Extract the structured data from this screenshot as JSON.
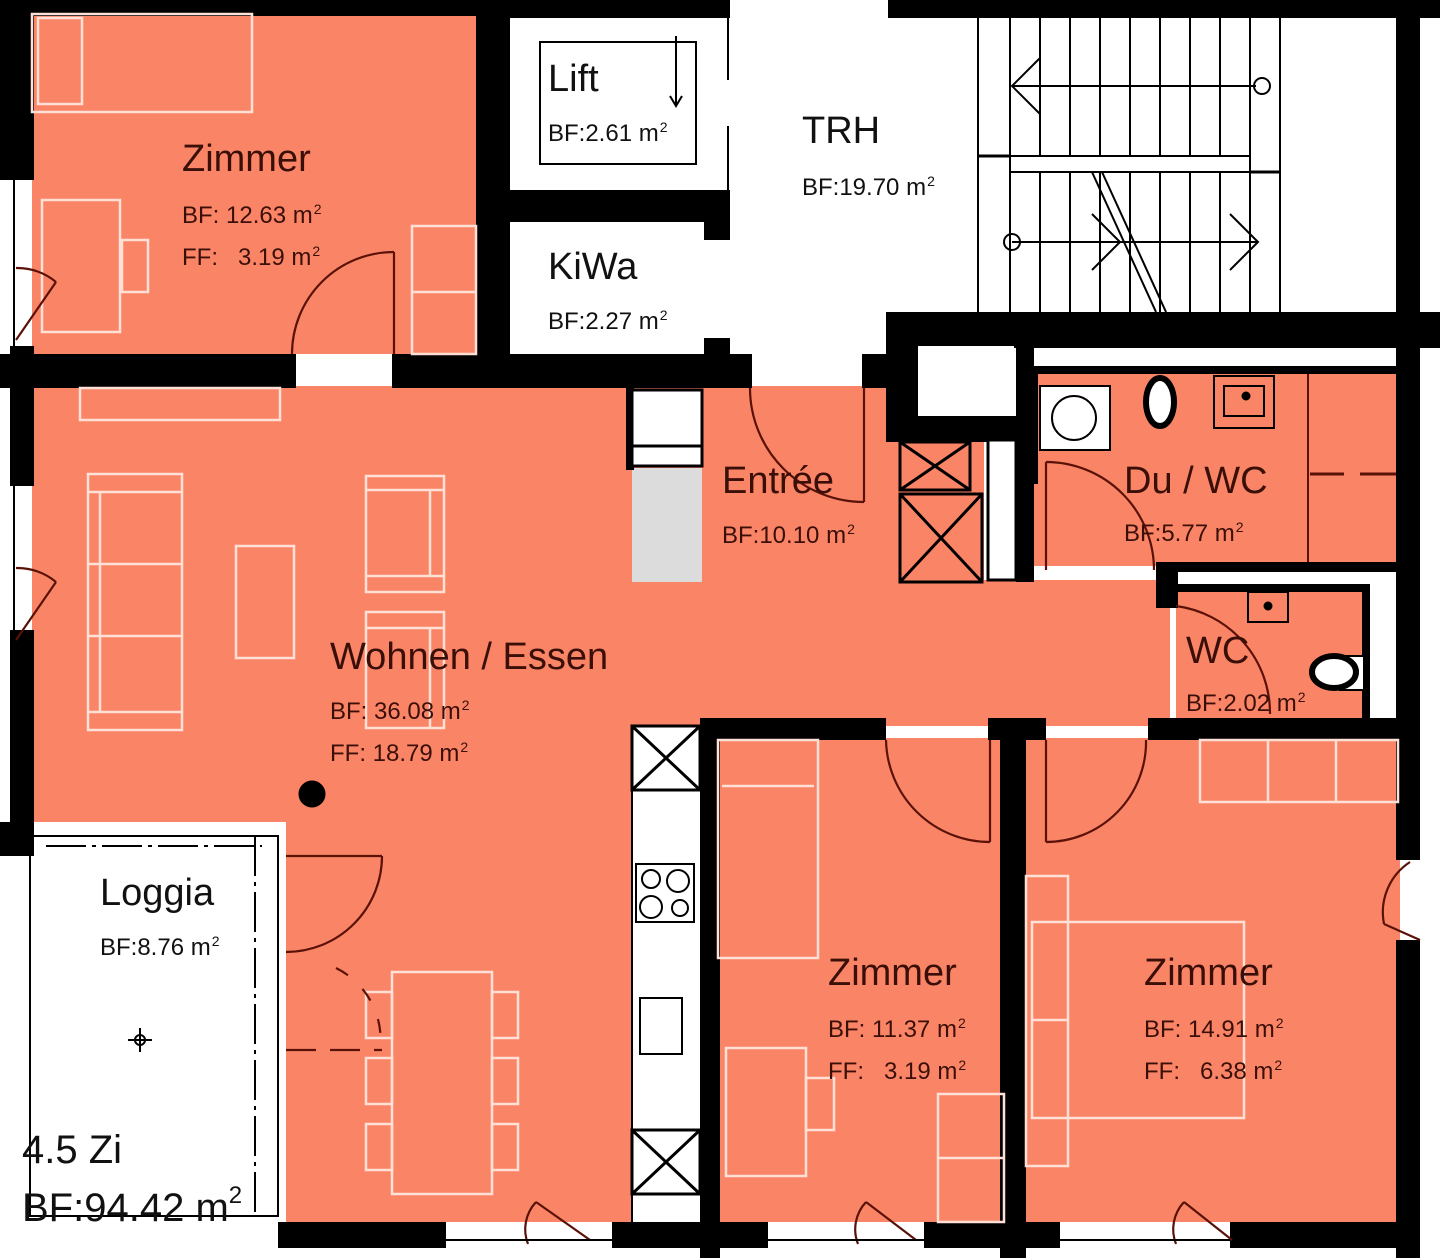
{
  "plan": {
    "title": "4.5 Zi",
    "total_area": "BF:94.42 m",
    "area_unit_sup": "2",
    "colors": {
      "apartment_fill": "#fa8466",
      "wall": "#000000",
      "common_area": "#ffffff",
      "kitchen_unit": "#dcdcdc",
      "furniture_outline": "#ffe0d6",
      "label_text": "#3a0f08",
      "door_swing": "#5a1208"
    }
  },
  "rooms": {
    "zimmer_nw": {
      "name": "Zimmer",
      "bf": "BF: 12.63 m",
      "ff": "FF:   3.19 m"
    },
    "lift": {
      "name": "Lift",
      "bf": "BF:2.61 m"
    },
    "kiwa": {
      "name": "KiWa",
      "bf": "BF:2.27 m"
    },
    "trh": {
      "name": "TRH",
      "bf": "BF:19.70 m"
    },
    "entree": {
      "name": "Entrée",
      "bf": "BF:10.10 m"
    },
    "du_wc": {
      "name": "Du / WC",
      "bf": "BF:5.77 m"
    },
    "wc": {
      "name": "WC",
      "bf": "BF:2.02 m"
    },
    "wohnen_essen": {
      "name": "Wohnen / Essen",
      "bf": "BF: 36.08 m",
      "ff": "FF: 18.79 m"
    },
    "loggia": {
      "name": "Loggia",
      "bf": "BF:8.76 m"
    },
    "zimmer_s": {
      "name": "Zimmer",
      "bf": "BF: 11.37 m",
      "ff": "FF:   3.19 m"
    },
    "zimmer_se": {
      "name": "Zimmer",
      "bf": "BF: 14.91 m",
      "ff": "FF:   6.38 m"
    }
  },
  "sup": "2"
}
